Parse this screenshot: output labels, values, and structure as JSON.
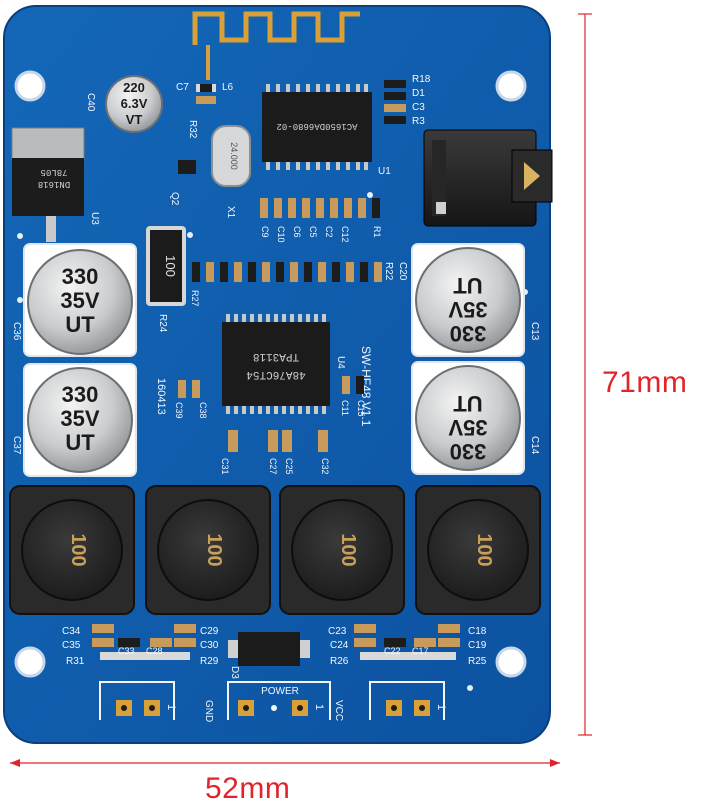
{
  "dimensions": {
    "height": "71mm",
    "width": "52mm"
  },
  "colors": {
    "pcb": "#0f5cae",
    "pcb_dark": "#0a4a92",
    "dimension": "#e2232a"
  },
  "board": {
    "model_label": "SW-HF48 V1.1",
    "power_label": "POWER",
    "gnd_label": "GND",
    "vcc_label": "VCC",
    "date_code": "160413",
    "terminal_pin": "1"
  },
  "chips": {
    "amp_line1": "TPA3118",
    "amp_line2": "48A76CT54",
    "bt_chip": "AC1650DA6680-02",
    "crystal": "24.000",
    "regulator_line1": "78L05",
    "regulator_line2": "DN1618",
    "resistor_big": "100"
  },
  "capacitors": {
    "small": [
      "220",
      "6.3V",
      "VT"
    ],
    "large": [
      "330",
      "35V",
      "UT"
    ]
  },
  "inductor_value": "100",
  "refs": {
    "c40": "C40",
    "c7": "C7",
    "l6": "L6",
    "r18": "R18",
    "d1": "D1",
    "c3": "C3",
    "r3": "R3",
    "r32": "R32",
    "q2": "Q2",
    "x1": "X1",
    "u1": "U1",
    "u3": "U3",
    "u4": "U4",
    "c9": "C9",
    "c10": "C10",
    "c6": "C6",
    "c5": "C5",
    "c2": "C2",
    "c12": "C12",
    "r1": "R1",
    "r22": "R22",
    "c20": "C20",
    "r24": "R24",
    "r27": "R27",
    "c36": "C36",
    "c37": "C37",
    "c13": "C13",
    "c14": "C14",
    "c38": "C38",
    "c39": "C39",
    "c15": "C15",
    "c11": "C11",
    "c34": "C34",
    "c35": "C35",
    "r31": "R31",
    "c33": "C33",
    "c28": "C28",
    "c29": "C29",
    "c30": "C30",
    "r29": "R29",
    "d3": "D3",
    "c23": "C23",
    "c24": "C24",
    "r26": "R26",
    "c22": "C22",
    "c17": "C17",
    "c18": "C18",
    "c19": "C19",
    "r25": "R25",
    "c25": "C25",
    "c27": "C27",
    "c31": "C31",
    "c32": "C32"
  }
}
